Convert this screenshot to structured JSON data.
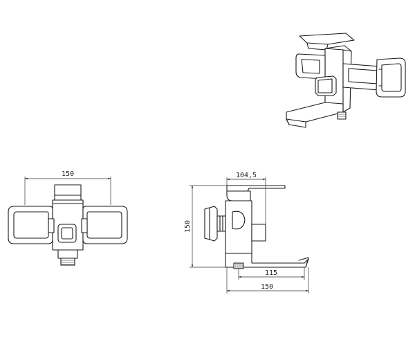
{
  "dimensions": {
    "front_width": "150",
    "side_depth_top": "104,5",
    "side_height": "150",
    "spout_reach": "115",
    "side_total_width": "150"
  }
}
